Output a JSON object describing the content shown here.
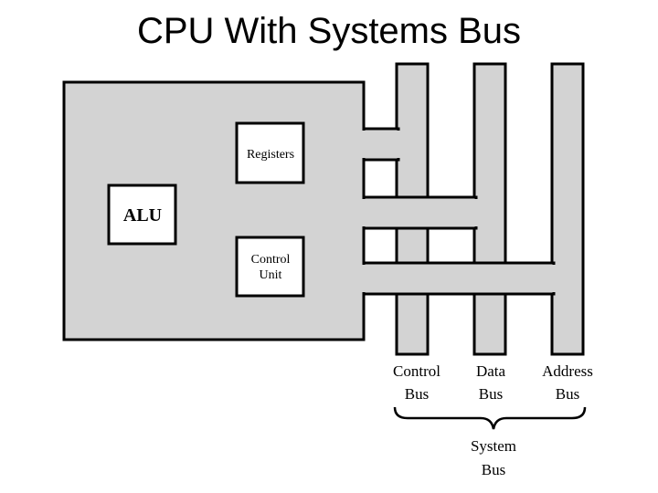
{
  "title": "CPU With Systems Bus",
  "components": {
    "alu": "ALU",
    "registers": "Registers",
    "control_unit": [
      "Control",
      "Unit"
    ]
  },
  "buses": {
    "control": [
      "Control",
      "Bus"
    ],
    "data": [
      "Data",
      "Bus"
    ],
    "address": [
      "Address",
      "Bus"
    ]
  },
  "system_bus": [
    "System",
    "Bus"
  ],
  "colors": {
    "fill": "#d3d3d3",
    "stroke": "#000000",
    "box": "#ffffff"
  }
}
